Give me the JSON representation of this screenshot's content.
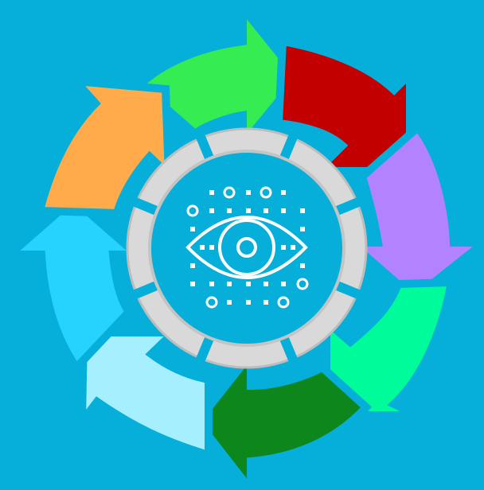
{
  "diagram": {
    "background_color": "#05afd9",
    "center": {
      "icon": "eye-icon",
      "ring_color": "#d9d9d9",
      "ring_edge_color": "#bdbdbd",
      "disc_color": "#05afd9",
      "icon_color": "#ffffff"
    },
    "arrows": [
      {
        "id": "green",
        "color": "#35ec52"
      },
      {
        "id": "red",
        "color": "#c20000"
      },
      {
        "id": "purple",
        "color": "#b383ff"
      },
      {
        "id": "spring-green",
        "color": "#00fb9a"
      },
      {
        "id": "dark-green",
        "color": "#0d861b"
      },
      {
        "id": "pale-blue",
        "color": "#a5efff"
      },
      {
        "id": "sky-blue",
        "color": "#26d3ff"
      },
      {
        "id": "orange",
        "color": "#ffab4c"
      }
    ]
  }
}
